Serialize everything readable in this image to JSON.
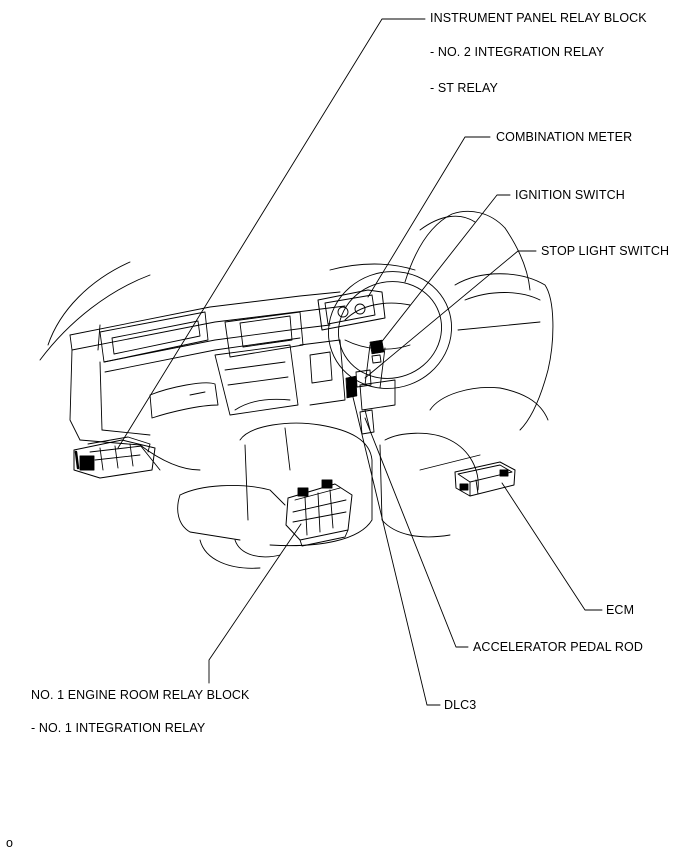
{
  "labels": {
    "instrument_panel_relay_block": "INSTRUMENT PANEL RELAY BLOCK",
    "no2_integration_relay": "- NO. 2 INTEGRATION RELAY",
    "st_relay": "- ST RELAY",
    "combination_meter": "COMBINATION METER",
    "ignition_switch": "IGNITION SWITCH",
    "stop_light_switch": "STOP LIGHT SWITCH",
    "ecm": "ECM",
    "accelerator_pedal_rod": "ACCELERATOR PEDAL ROD",
    "dlc3": "DLC3",
    "no1_engine_room_relay_block": "NO. 1 ENGINE ROOM RELAY BLOCK",
    "no1_integration_relay": "- NO. 1 INTEGRATION RELAY",
    "figure_code": "o"
  },
  "colors": {
    "line": "#000000",
    "text": "#000000",
    "background": "#ffffff"
  }
}
